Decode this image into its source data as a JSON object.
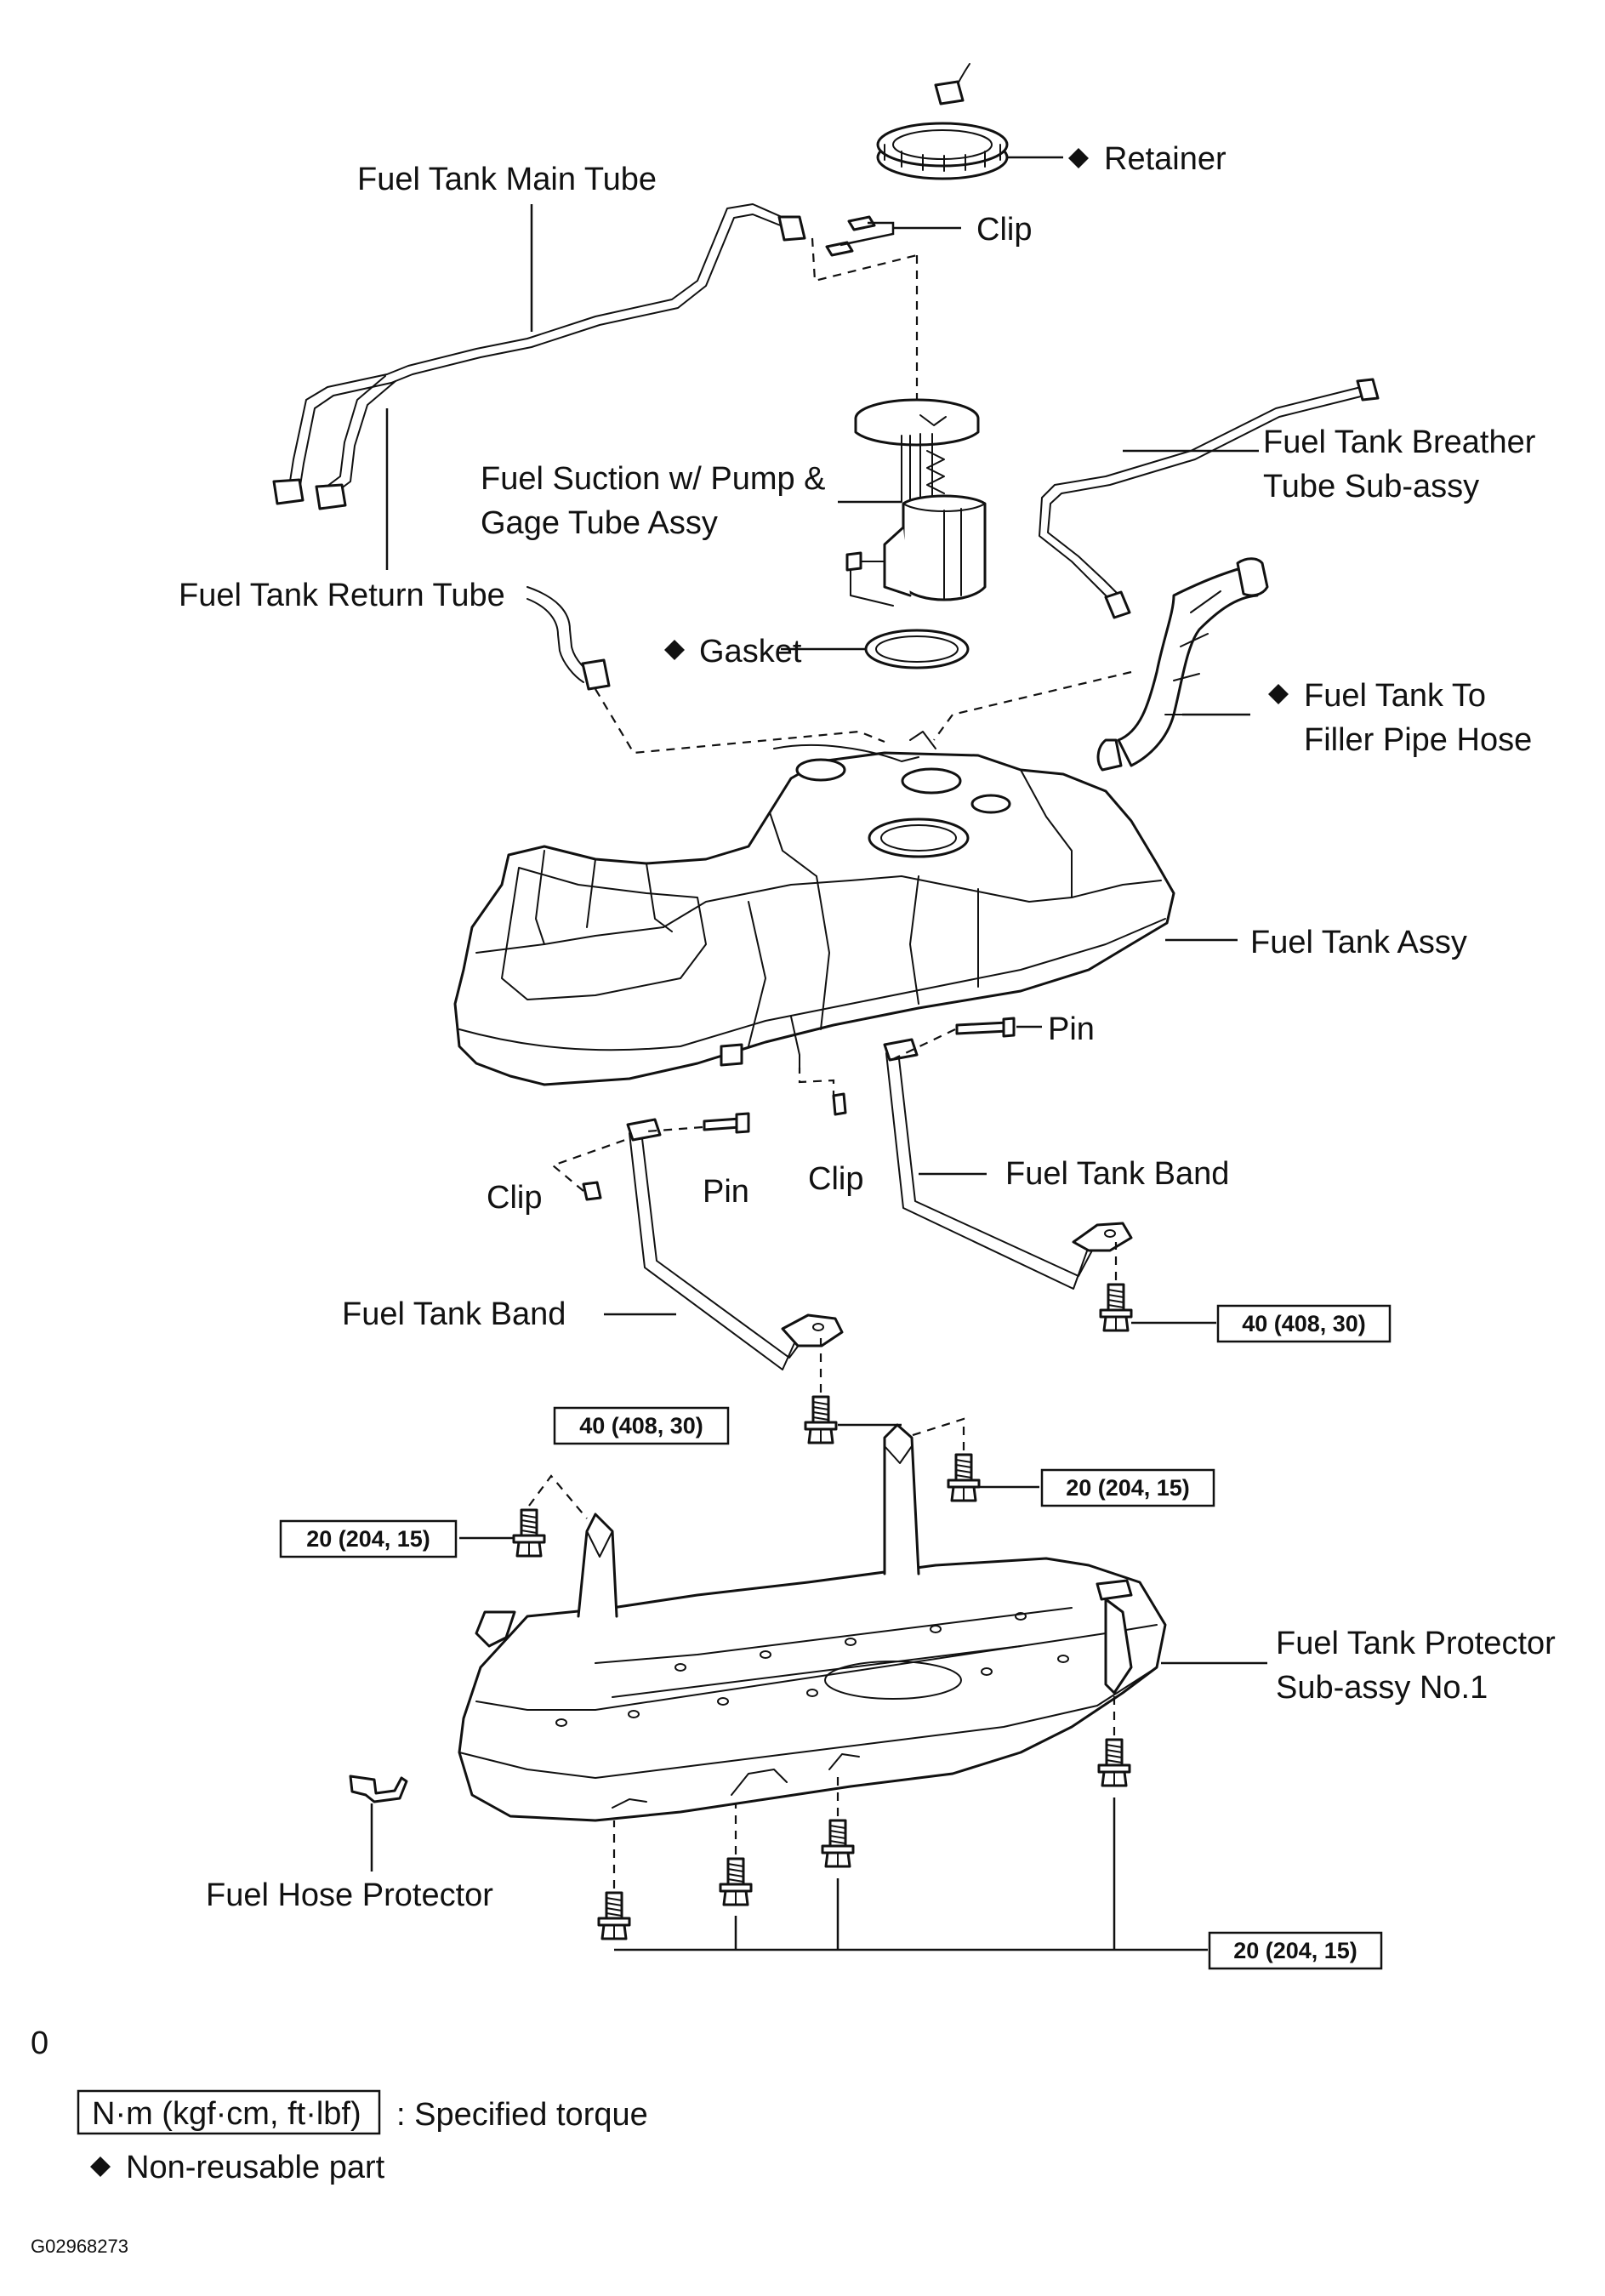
{
  "labels": {
    "retainer": "Retainer",
    "main_tube": "Fuel Tank Main Tube",
    "clip_top": "Clip",
    "breather_1": "Fuel Tank Breather",
    "breather_2": "Tube  Sub-assy",
    "suction_1": "Fuel Suction w/ Pump &",
    "suction_2": "Gage Tube Assy",
    "return_tube": "Fuel Tank Return Tube",
    "gasket": "Gasket",
    "filler_1": "Fuel Tank To",
    "filler_2": "Filler Pipe Hose",
    "tank_assy": "Fuel Tank Assy",
    "pin_right": "Pin",
    "clip_left": "Clip",
    "pin_center": "Pin",
    "clip_center": "Clip",
    "band_right": "Fuel Tank Band",
    "band_left": "Fuel Tank Band",
    "protector_1": "Fuel Tank Protector",
    "protector_2": "Sub-assy  No.1",
    "hose_protector": "Fuel Hose Protector"
  },
  "torques": {
    "band_right": "40 (408, 30)",
    "band_left": "40 (408, 30)",
    "protector_right": "20 (204, 15)",
    "protector_left": "20 (204, 15)",
    "protector_bottom": "20 (204, 15)"
  },
  "legend": {
    "note": "0",
    "torque_unit": "N·m (kgf·cm, ft·lbf)",
    "torque_desc": ": Specified torque",
    "nonreusable": "Non-reusable part",
    "figure_code": "G02968273"
  },
  "icons": {
    "nonreusable_marker": "diamond-icon"
  }
}
